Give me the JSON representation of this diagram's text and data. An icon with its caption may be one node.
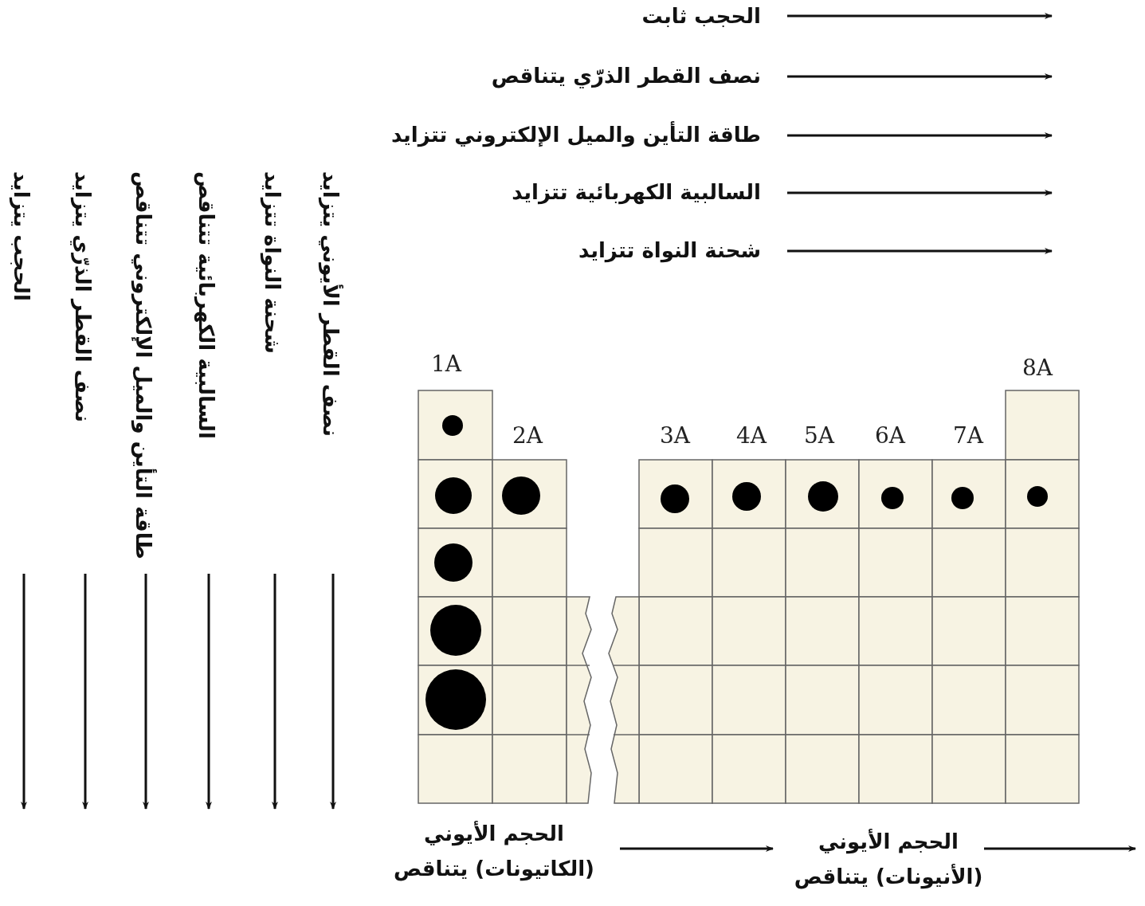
{
  "diagram": {
    "labels": [
      "الحجب ثابت",
      "نصف القطر الذرّي يتناقص",
      "طاقة التأين والميل الإلكتروني تتزايد",
      "السالبية الكهربائية تتزايد",
      "شحنة النواة تتزايد",
      "الحجب يتزايد",
      "نصف القطر الذرّي يتزايد",
      "طاقة التأين والميل الإلكتروني تتناقص",
      "السالبية الكهربائية تتناقص",
      "شحنة النواة تتزايد",
      "نصف القطر الأيوني يتزايد",
      "1A",
      "2A",
      "3A",
      "4A",
      "5A",
      "6A",
      "7A",
      "8A",
      "الحجم الأيوني (الكاتيونات) يتناقص",
      "الحجم الأيوني (الأنيونات) يتناقص"
    ]
  }
}
